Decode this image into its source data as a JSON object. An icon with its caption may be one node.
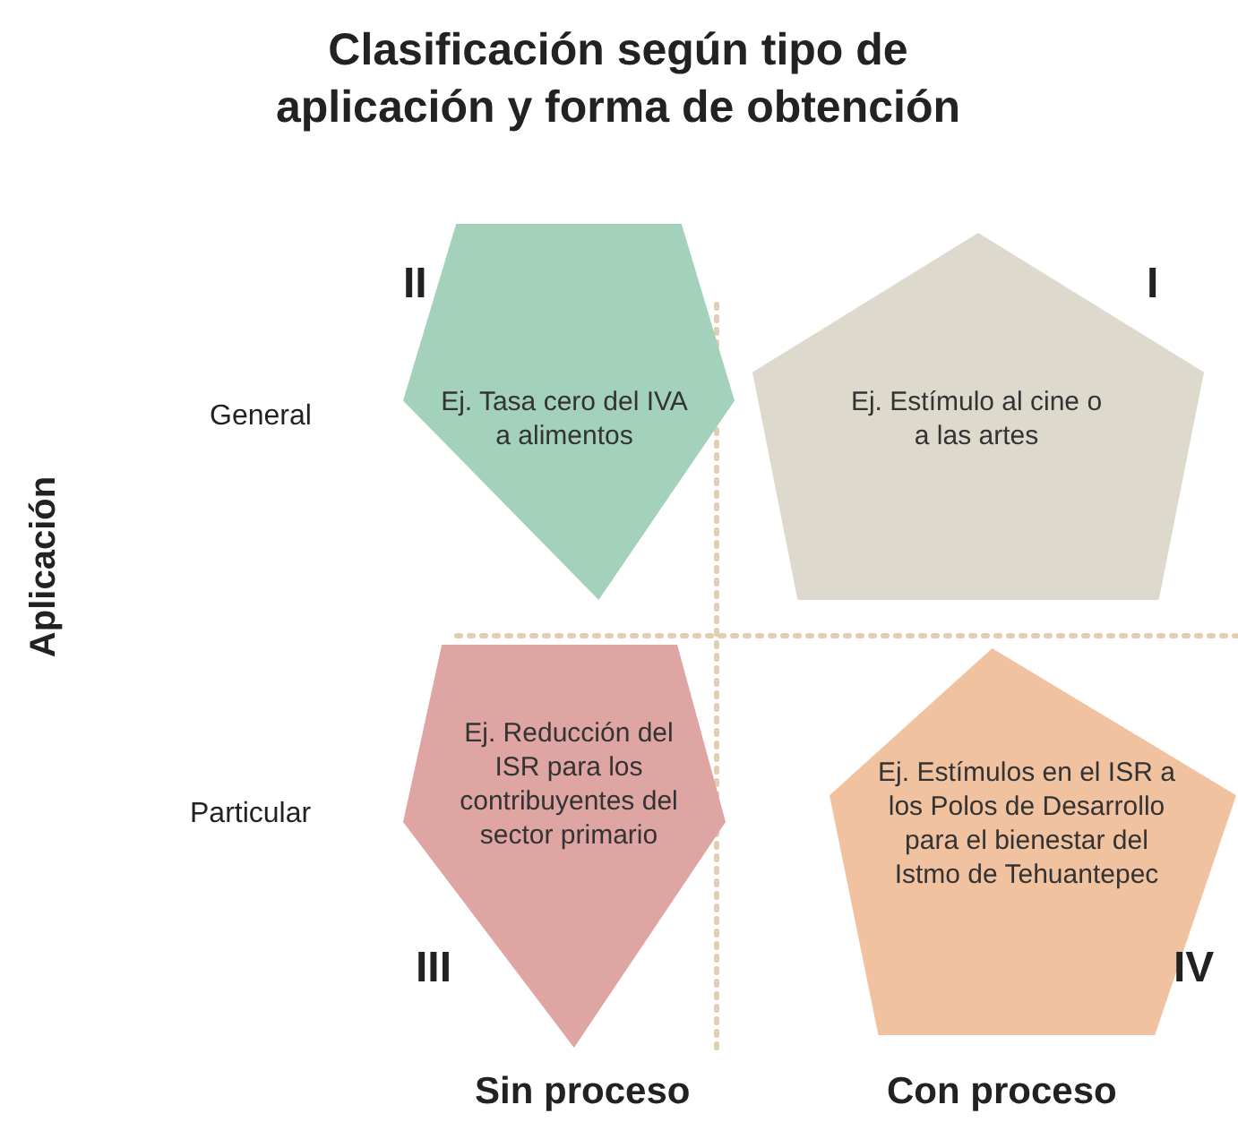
{
  "diagram": {
    "title": "Clasificación según tipo de aplicación y forma de obtención",
    "nodes": [
      {
        "text": [
          "Ej. Tasa cero del IVA a alimentos"
        ]
      },
      {
        "text": [
          "Ej. Estímulo al cine o a las artes"
        ]
      },
      {
        "text": [
          "Ej. Reducción del ISR para los contribuyentes del sector primario"
        ]
      },
      {
        "text": [
          "Ej. Estímulos en el ISR a los Polos de Desarrollo para el bienestar del Istmo de Tehuantepec"
        ]
      }
    ],
    "labels": [
      "II",
      "I",
      "General",
      "Aplicación",
      "Particular",
      "III",
      "IV",
      "Sin proceso",
      "Con proceso"
    ]
  }
}
